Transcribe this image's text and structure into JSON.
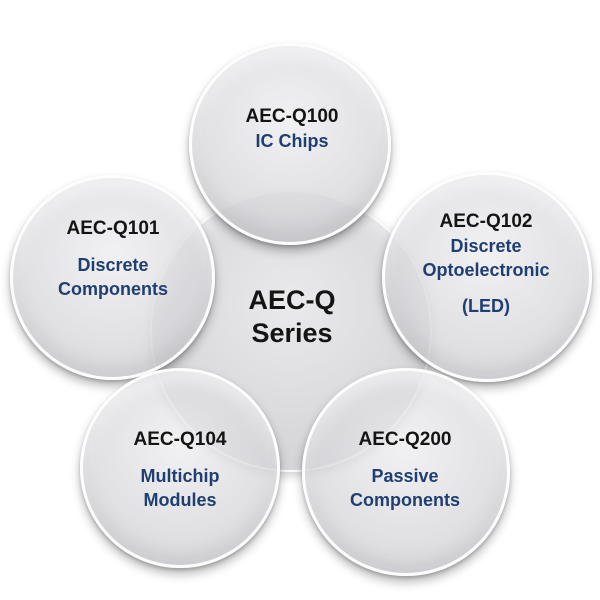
{
  "center": {
    "line1": "AEC-Q",
    "line2": "Series"
  },
  "nodes": [
    {
      "code": "AEC-Q100",
      "desc_lines": [
        "IC Chips"
      ]
    },
    {
      "code": "AEC-Q101",
      "desc_lines": [
        "Discrete",
        "Components"
      ]
    },
    {
      "code": "AEC-Q102",
      "desc_lines": [
        "Discrete",
        "Optoelectronic",
        "(LED)"
      ]
    },
    {
      "code": "AEC-Q104",
      "desc_lines": [
        "Multichip",
        "Modules"
      ]
    },
    {
      "code": "AEC-Q200",
      "desc_lines": [
        "Passive",
        "Components"
      ]
    }
  ],
  "colors": {
    "code_text": "#141414",
    "desc_text": "#1f3f73",
    "circle_fill": "#d6d6da"
  }
}
